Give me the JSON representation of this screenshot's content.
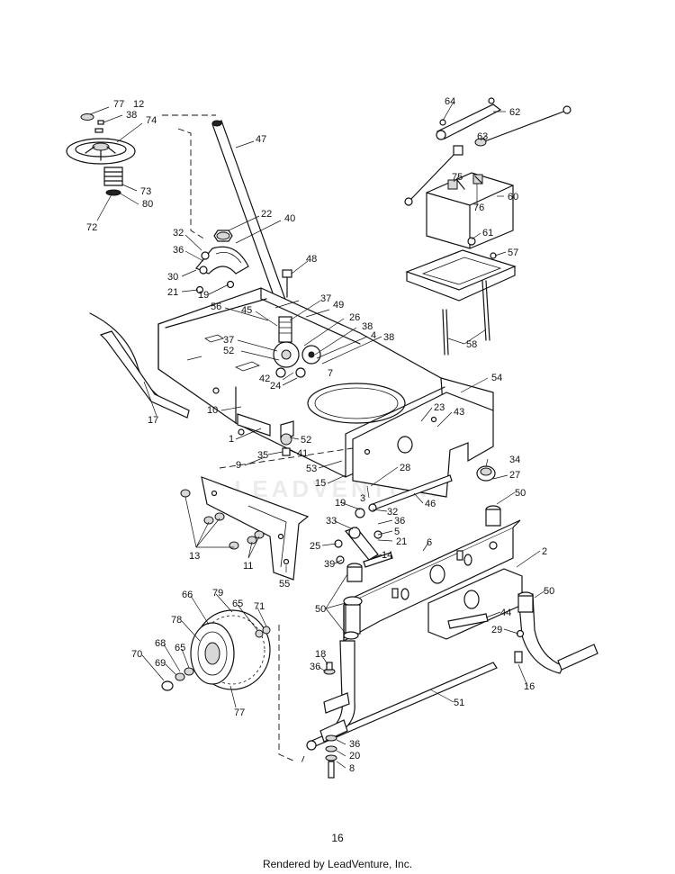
{
  "diagram": {
    "callouts": [
      "77",
      "12",
      "38",
      "74",
      "73",
      "80",
      "72",
      "47",
      "22",
      "40",
      "32",
      "36",
      "30",
      "21",
      "19",
      "48",
      "37",
      "49",
      "56",
      "45",
      "26",
      "38",
      "4",
      "37",
      "52",
      "38",
      "42",
      "24",
      "7",
      "10",
      "1",
      "52",
      "41",
      "35",
      "9",
      "53",
      "15",
      "28",
      "3",
      "23",
      "43",
      "54",
      "17",
      "13",
      "11",
      "55",
      "19",
      "32",
      "36",
      "33",
      "5",
      "21",
      "25",
      "39",
      "14",
      "6",
      "46",
      "34",
      "27",
      "50",
      "2",
      "50",
      "44",
      "29",
      "16",
      "50",
      "18",
      "36",
      "51",
      "36",
      "20",
      "8",
      "66",
      "79",
      "65",
      "71",
      "78",
      "68",
      "65",
      "70",
      "69",
      "77",
      "64",
      "62",
      "63",
      "75",
      "76",
      "60",
      "61",
      "57",
      "58"
    ],
    "watermark": "LEADVENTURE"
  },
  "page": {
    "number": "16",
    "footer": "Rendered by LeadVenture, Inc."
  }
}
